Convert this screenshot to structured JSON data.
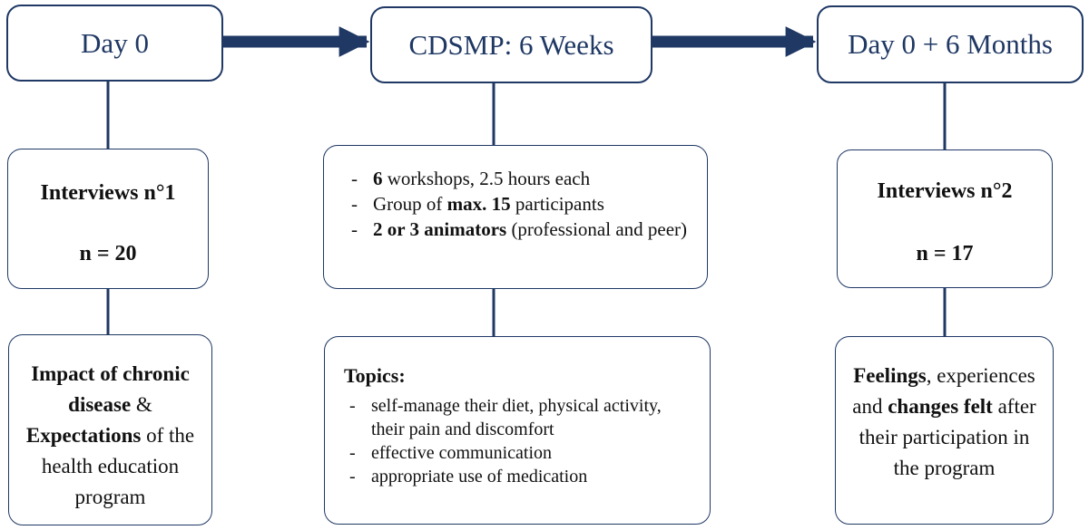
{
  "colors": {
    "primary": "#1f3864",
    "text": "#111111",
    "background": "#ffffff"
  },
  "headers": {
    "day0": "Day 0",
    "cdsmp": "CDSMP: 6 Weeks",
    "day0_6m": "Day 0 + 6 Months"
  },
  "interviews1": {
    "title": "Interviews n°1",
    "count": "n = 20"
  },
  "interviews2": {
    "title": "Interviews n°2",
    "count": "n = 17"
  },
  "workshops": {
    "item1": {
      "bold": "6",
      "rest": " workshops, 2.5 hours each"
    },
    "item2": {
      "pre": "Group of ",
      "bold": "max. 15",
      "post": " participants"
    },
    "item3": {
      "bold": "2 or 3 animators",
      "rest": " (professional and peer)"
    }
  },
  "impact": {
    "part1_bold": "Impact of chronic disease",
    "part2": " & ",
    "part3_bold": "Expectations",
    "part4": " of the health education program"
  },
  "topics": {
    "title": "Topics:",
    "items": [
      "self-manage their diet, physical activity, their pain and discomfort",
      "effective communication",
      "appropriate use of medication"
    ]
  },
  "feelings": {
    "part1_bold": "Feelings",
    "part2": ", experiences and ",
    "part3_bold": "changes felt",
    "part4": " after their participation in the program"
  }
}
